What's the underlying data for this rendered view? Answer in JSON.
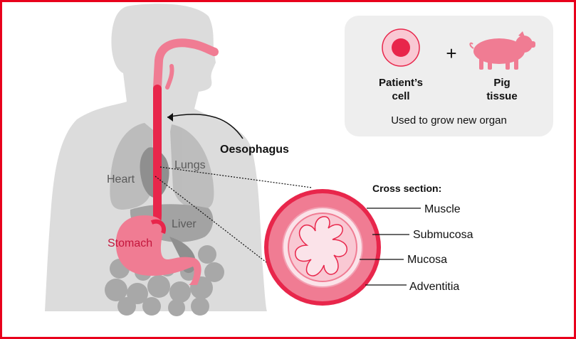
{
  "organ_labels": {
    "oesophagus": "Oesophagus",
    "lungs": "Lungs",
    "heart": "Heart",
    "liver": "Liver",
    "stomach": "Stomach"
  },
  "cross_section": {
    "title": "Cross section:",
    "layers": [
      "Muscle",
      "Submucosa",
      "Mucosa",
      "Adventitia"
    ]
  },
  "info_box": {
    "patient_cell_line1": "Patient’s",
    "patient_cell_line2": "cell",
    "plus": "+",
    "pig_line1": "Pig",
    "pig_line2": "tissue",
    "caption": "Used to grow new organ"
  },
  "colors": {
    "accent_red": "#e8264b",
    "pink": "#f07c93",
    "light_pink": "#f9c8d3",
    "body_gray": "#dcdcdc",
    "organ_gray": "#9a9a9a",
    "frame_red": "#e8001c"
  }
}
